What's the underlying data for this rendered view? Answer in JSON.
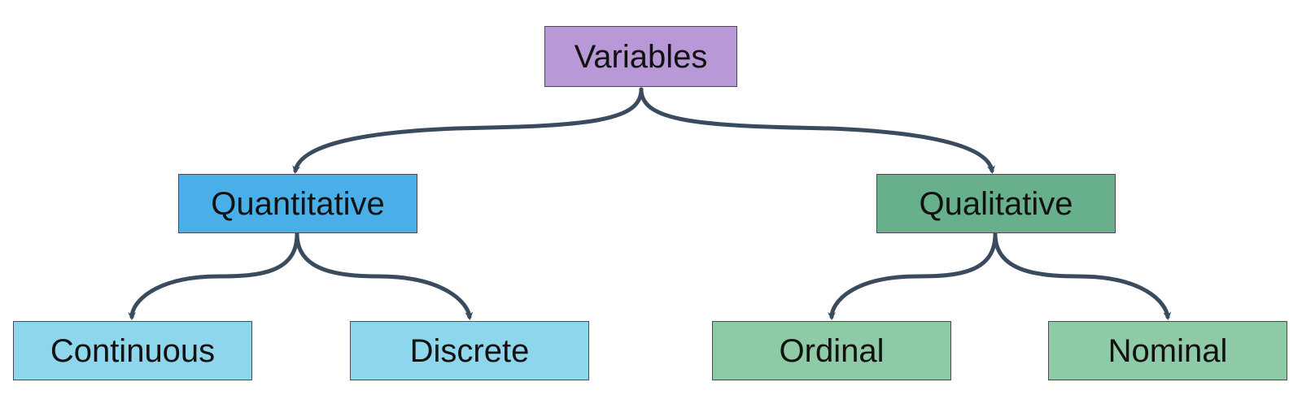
{
  "diagram": {
    "root": {
      "label": "Variables",
      "color": "#b898d6"
    },
    "quantitative": {
      "label": "Quantitative",
      "color": "#4aaee8"
    },
    "qualitative": {
      "label": "Qualitative",
      "color": "#67b08b"
    },
    "continuous": {
      "label": "Continuous",
      "color": "#8dd6ec"
    },
    "discrete": {
      "label": "Discrete",
      "color": "#8dd6ec"
    },
    "ordinal": {
      "label": "Ordinal",
      "color": "#8fcaa6"
    },
    "nominal": {
      "label": "Nominal",
      "color": "#8fcaa6"
    },
    "connector_color": "#3b4b5e",
    "edges": [
      {
        "from": "Variables",
        "to": "Quantitative"
      },
      {
        "from": "Variables",
        "to": "Qualitative"
      },
      {
        "from": "Quantitative",
        "to": "Continuous"
      },
      {
        "from": "Quantitative",
        "to": "Discrete"
      },
      {
        "from": "Qualitative",
        "to": "Ordinal"
      },
      {
        "from": "Qualitative",
        "to": "Nominal"
      }
    ]
  }
}
